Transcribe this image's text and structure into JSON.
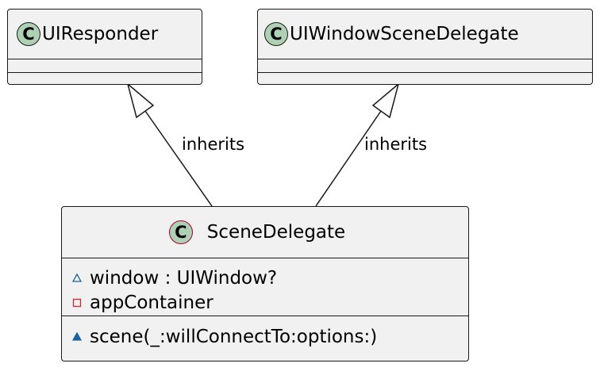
{
  "classes": {
    "uiresponder": {
      "stereotype": "C",
      "name": "UIResponder"
    },
    "uiwindowscenedelegate": {
      "stereotype": "C",
      "name": "UIWindowSceneDelegate"
    },
    "scenedelegate": {
      "stereotype": "C",
      "name": "SceneDelegate",
      "attributes": [
        {
          "visibility": "package",
          "text": "window : UIWindow?"
        },
        {
          "visibility": "private",
          "text": "appContainer"
        }
      ],
      "methods": [
        {
          "visibility": "package",
          "text": "scene(_:willConnectTo:options:)"
        }
      ]
    }
  },
  "relations": {
    "left_label": "inherits",
    "right_label": "inherits"
  },
  "colors": {
    "class_fill": "#f1f1f1",
    "badge_fill": "#add1b2",
    "line": "#181818",
    "package_marker": "#1963a0",
    "private_marker": "#c82930"
  }
}
